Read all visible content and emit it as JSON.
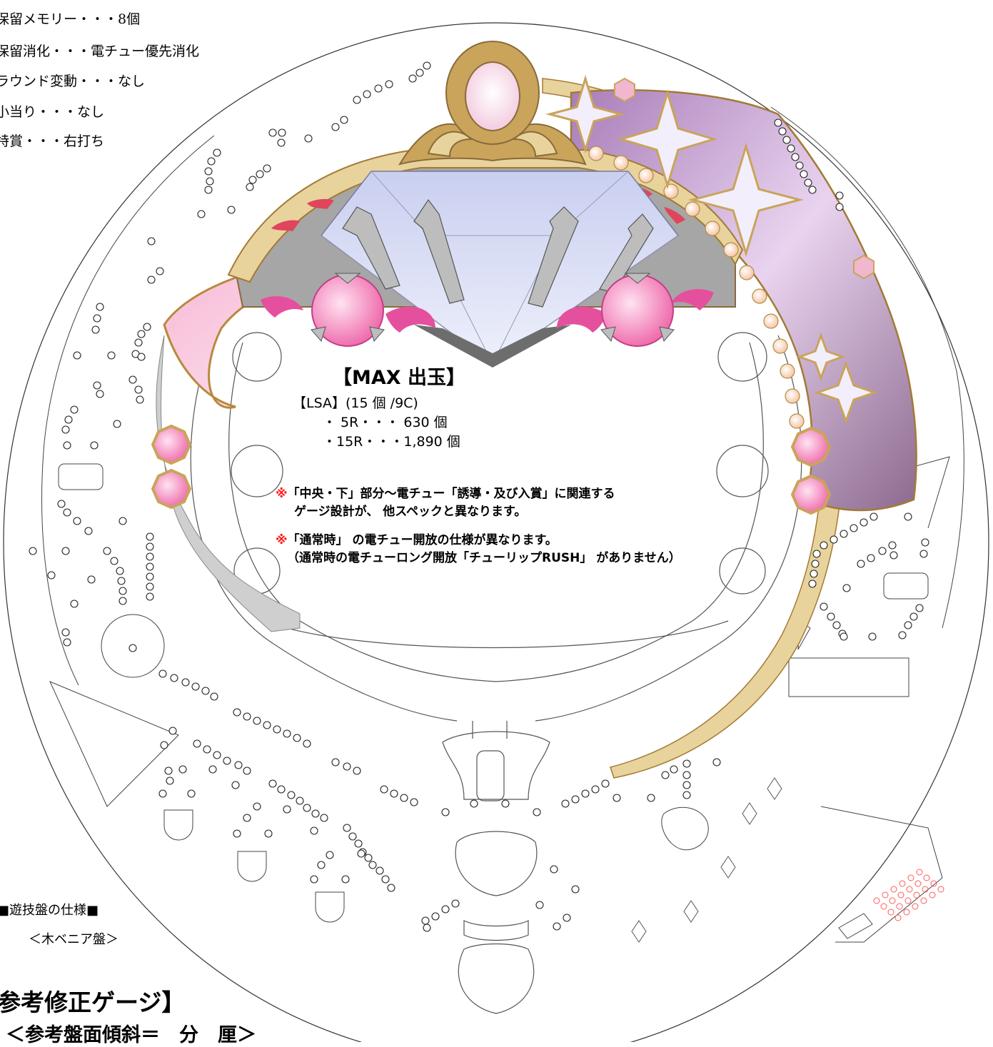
{
  "spec_list": [
    "保留メモリー・・・8個",
    "保留消化・・・電チュー優先消化",
    "ラウンド変動・・・なし",
    "小当り・・・なし",
    "特賞・・・右打ち"
  ],
  "max_payout": {
    "title": "【MAX 出玉】",
    "lines": [
      "【LSA】(15 個 /9C)",
      "・ 5R・・・  630 個",
      "・15R・・・1,890 個"
    ]
  },
  "notes": {
    "note1_mark": "※",
    "note1_line1": "「中央・下」部分〜電チュー「誘導・及び入賞」に関連する",
    "note1_line2": "ゲージ設計が、 他スペックと異なります。",
    "note2_mark": "※",
    "note2_line1": "「通常時」 の電チュー開放の仕様が異なります。",
    "note2_line2": "（通常時の電チューロング開放「チューリップRUSH」 がありません）"
  },
  "board_spec": {
    "title": "■遊技盤の仕様■",
    "type": "＜木ベニア盤＞"
  },
  "gauge_title": "参考修正ゲージ】",
  "gauge_subtitle": "＜参考盤面傾斜＝　分　厘＞",
  "colors": {
    "gold": "#c9a45a",
    "gold_light": "#e8d39c",
    "diamond": "#d7dcf3",
    "pink": "#f07fb8",
    "pink_light": "#f9c8e1",
    "purple": "#b98fc8",
    "gray": "#cfcfcf"
  }
}
